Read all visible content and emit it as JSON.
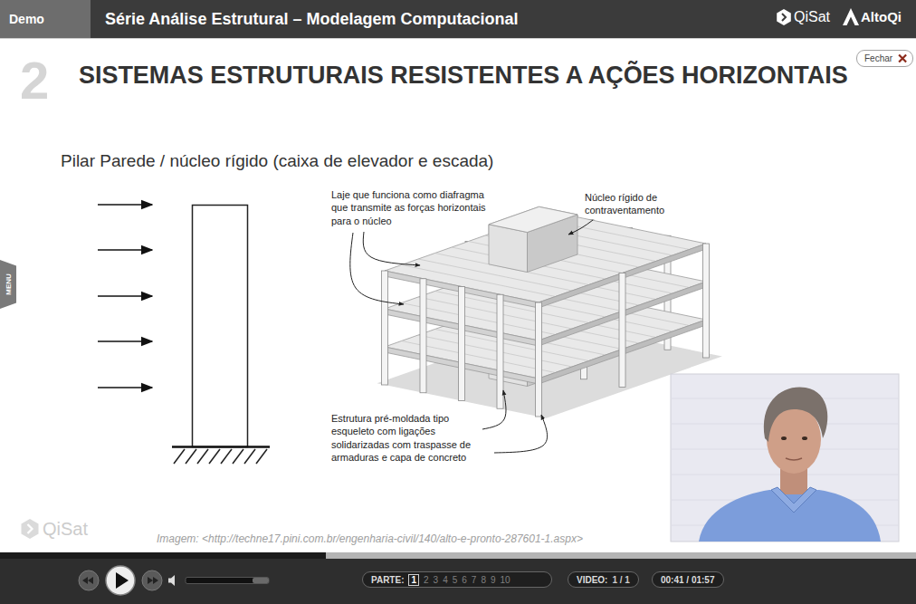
{
  "diagram": {
    "title": "SISTEMAS ESTRUTURAIS RESISTENTES A AÇÕES HORIZONTAIS",
    "nodes": [
      {
        "text": [
          "Série Análise Estrutural – Modelagem Computacional"
        ]
      },
      {
        "text": [
          "Demo"
        ],
        "in": 0
      },
      {
        "text": [
          "Fechar"
        ]
      },
      {
        "text": [
          "MENU"
        ]
      },
      {
        "text": [
          "PARTE:",
          "2",
          "3",
          "4",
          "5",
          "6",
          "7",
          "8",
          "9",
          "10"
        ]
      },
      {
        "text": [
          "1"
        ],
        "in": 4
      },
      {
        "text": [
          "VIDEO:",
          "1 / 1"
        ]
      },
      {
        "text": [
          "00:41 / 01:57"
        ]
      }
    ],
    "labels": [
      "2",
      "QiSat",
      "AltoQi",
      "Pilar Parede / núcleo rígido (caixa de elevador e escada)",
      "Laje que funciona como diafragma que transmite as forças horizontais para o núcleo",
      "Núcleo rígido de contraventamento",
      "Estrutura pré-moldada tipo esqueleto com ligações solidarizadas com traspasse de armaduras e capa de concreto",
      "QiSat",
      "Imagem: <http://techne17.pini.com.br/engenharia-civil/140/alto-e-pronto-287601-1.aspx>"
    ]
  }
}
